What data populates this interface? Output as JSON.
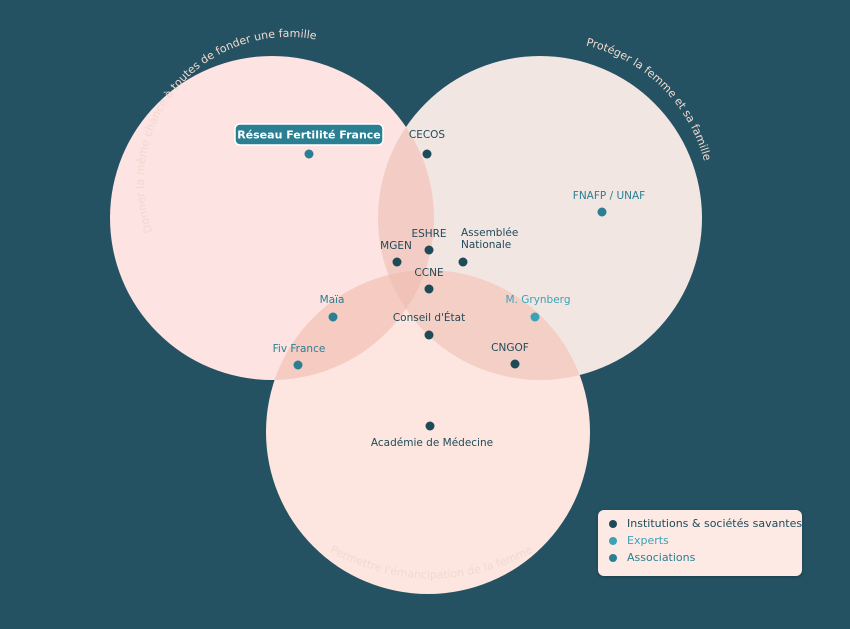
{
  "colors": {
    "background": "#245263",
    "institution": "#1f4a58",
    "expert": "#3aa3b8",
    "association": "#2a7f92",
    "circle_left": "#fde3e1",
    "circle_right": "#f2e6e3",
    "circle_bottom": "#fde6df",
    "overlap": "#f3cbc2"
  },
  "sets": [
    {
      "label": "Donner la même chance à toutes de fonder une famille"
    },
    {
      "label": "Protéger la femme et sa famille"
    },
    {
      "label": "Permettre l'émancipation de la femme"
    }
  ],
  "highlight": {
    "label": "Réseau Fertilité France"
  },
  "nodes": [
    {
      "id": "reseau",
      "label": "",
      "category": "association"
    },
    {
      "id": "cecos",
      "label": "CECOS",
      "category": "institution"
    },
    {
      "id": "fnafp",
      "label": "FNAFP / UNAF",
      "category": "association"
    },
    {
      "id": "eshre",
      "label": "ESHRE",
      "category": "institution"
    },
    {
      "id": "mgen",
      "label": "MGEN",
      "category": "institution"
    },
    {
      "id": "assemblee",
      "label": "Assemblée\nNationale",
      "category": "institution"
    },
    {
      "id": "ccne",
      "label": "CCNE",
      "category": "institution"
    },
    {
      "id": "maia",
      "label": "Maïa",
      "category": "association"
    },
    {
      "id": "grynberg",
      "label": "M. Grynberg",
      "category": "expert"
    },
    {
      "id": "conseil",
      "label": "Conseil d'État",
      "category": "institution"
    },
    {
      "id": "fivfrance",
      "label": "Fiv France",
      "category": "association"
    },
    {
      "id": "cngof",
      "label": "CNGOF",
      "category": "institution"
    },
    {
      "id": "academie",
      "label": "Académie de Médecine",
      "category": "institution"
    }
  ],
  "legend": {
    "items": [
      {
        "label": "Institutions & sociétés savantes",
        "category": "institution"
      },
      {
        "label": "Experts",
        "category": "expert"
      },
      {
        "label": "Associations",
        "category": "association"
      }
    ]
  }
}
